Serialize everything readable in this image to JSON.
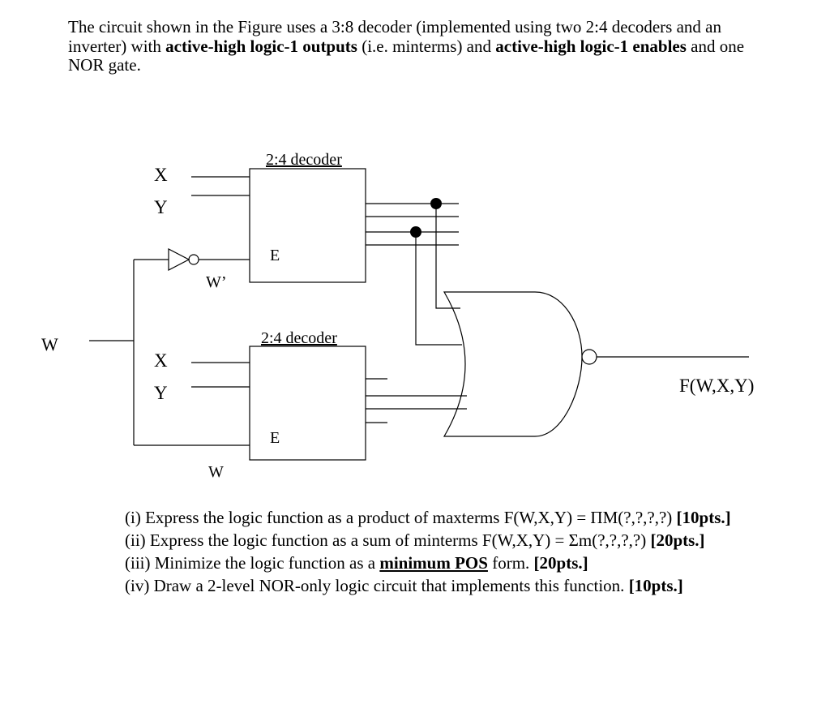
{
  "intro": {
    "p1": "The circuit shown in the Figure uses a 3:8 decoder (implemented using two 2:4 decoders and an inverter) with ",
    "b1": "active-high logic-1 outputs",
    "p2": " (i.e. minterms) and ",
    "b2": "active-high logic-1 enables",
    "p3": " and one NOR gate."
  },
  "diagram": {
    "input_w": "W",
    "top_decoder": {
      "title": "2:4 decoder",
      "in1": "X",
      "in2": "Y",
      "enable": "E",
      "enable_signal": "W’"
    },
    "bottom_decoder": {
      "title": "2:4 decoder",
      "in1": "X",
      "in2": "Y",
      "enable": "E",
      "enable_signal": "W"
    },
    "output_label": "F(W,X,Y)"
  },
  "questions": {
    "q1_text": "(i) Express the logic function as a product of maxterms F(W,X,Y) = ΠM(?,?,?,?) ",
    "q1_pts": "[10pts.]",
    "q2_text": "(ii) Express the logic function as a sum of minterms F(W,X,Y) = Σm(?,?,?,?) ",
    "q2_pts": "[20pts.]",
    "q3_pre": "(iii) Minimize the logic function as a ",
    "q3_em": "minimum POS",
    "q3_post": " form. ",
    "q3_pts": "[20pts.]",
    "q4_text": "(iv) Draw a 2-level NOR-only logic circuit that implements this function. ",
    "q4_pts": "[10pts.]"
  }
}
